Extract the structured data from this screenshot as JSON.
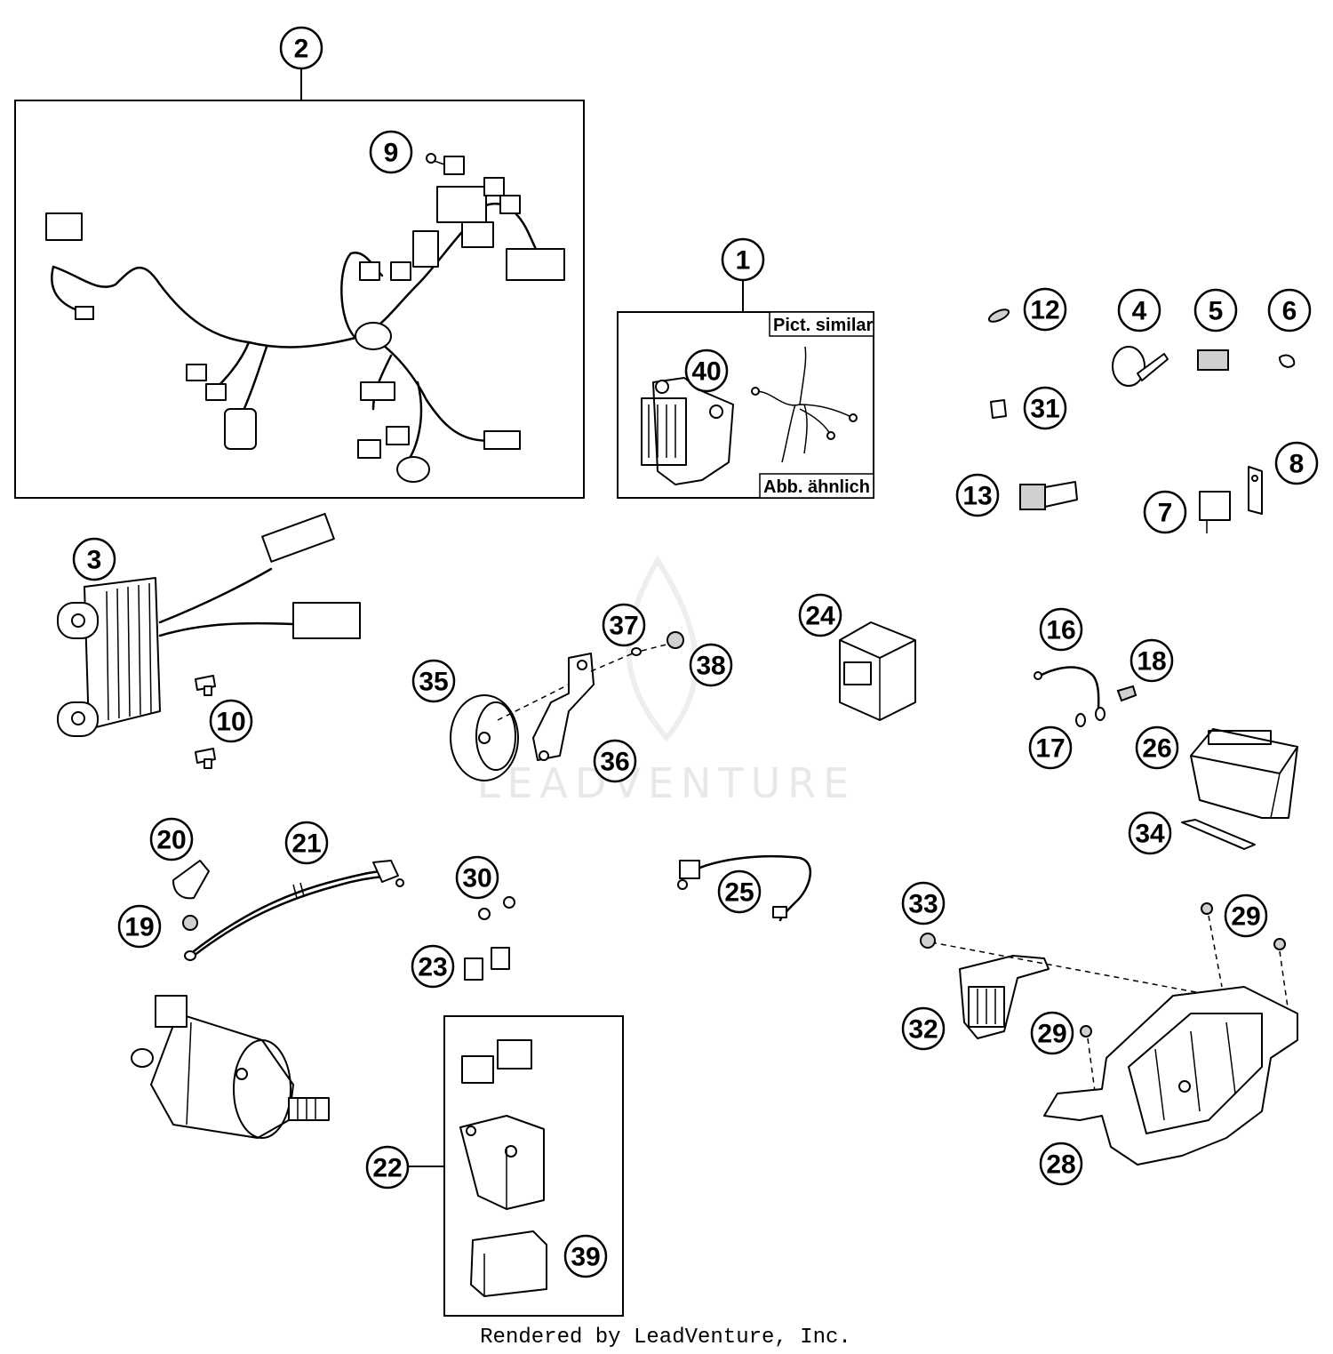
{
  "watermark": "LEADVENTURE",
  "footer": "Rendered by LeadVenture, Inc.",
  "kit_box_notes": {
    "top_right": "Pict. similar",
    "bottom_right": "Abb. ähnlich"
  },
  "callouts": [
    "1",
    "2",
    "3",
    "4",
    "5",
    "6",
    "7",
    "8",
    "9",
    "10",
    "12",
    "13",
    "16",
    "17",
    "18",
    "19",
    "20",
    "21",
    "22",
    "23",
    "24",
    "25",
    "26",
    "28",
    "29",
    "29",
    "30",
    "31",
    "32",
    "33",
    "34",
    "35",
    "36",
    "37",
    "38",
    "39",
    "40"
  ]
}
